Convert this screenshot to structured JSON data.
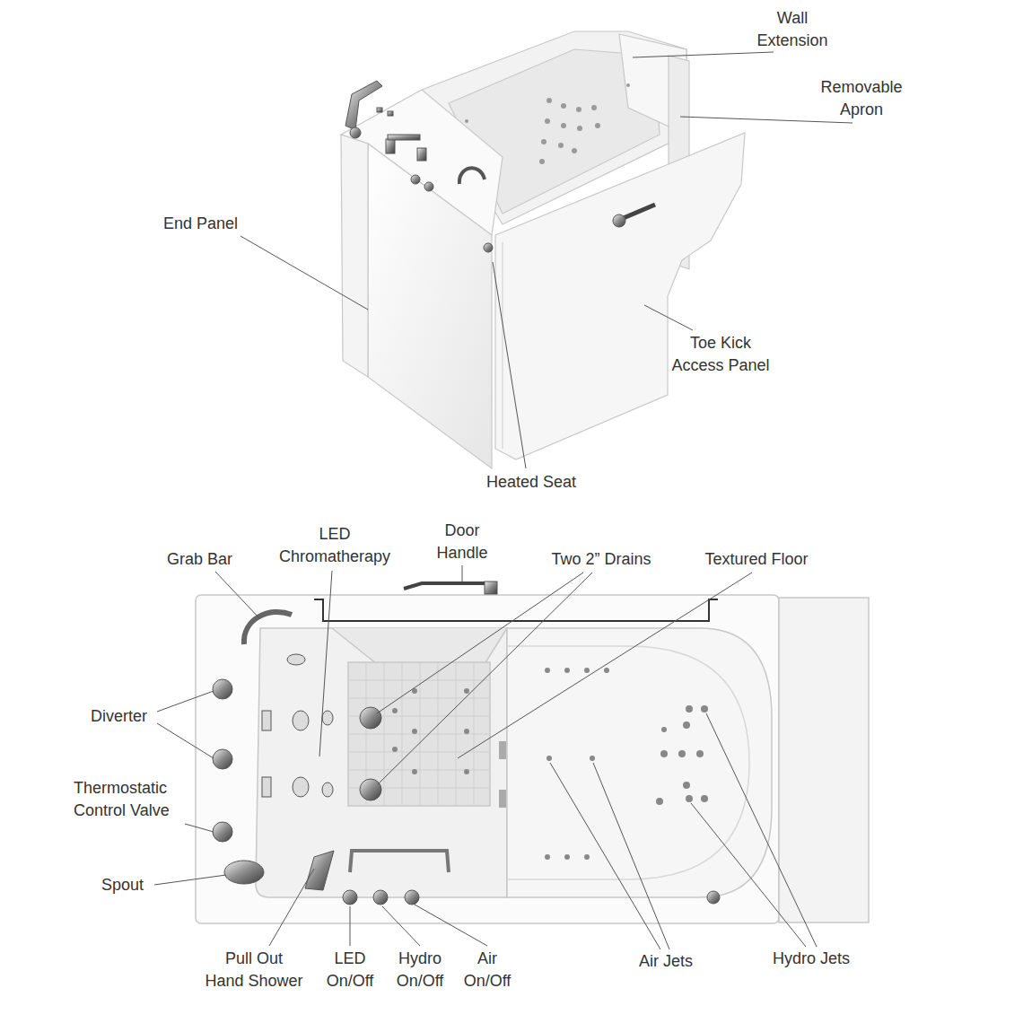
{
  "diagram": {
    "labels": [
      "Wall Extension",
      "Removable Apron",
      "End Panel",
      "Toe Kick Access Panel",
      "Heated Seat",
      "Grab Bar",
      "LED Chromatherapy",
      "Door Handle",
      "Two 2” Drains",
      "Textured Floor",
      "Diverter",
      "Thermostatic Control Valve",
      "Spout",
      "Pull Out Hand Shower",
      "LED On/Off",
      "Hydro On/Off",
      "Air On/Off",
      "Air Jets",
      "Hydro Jets"
    ]
  }
}
